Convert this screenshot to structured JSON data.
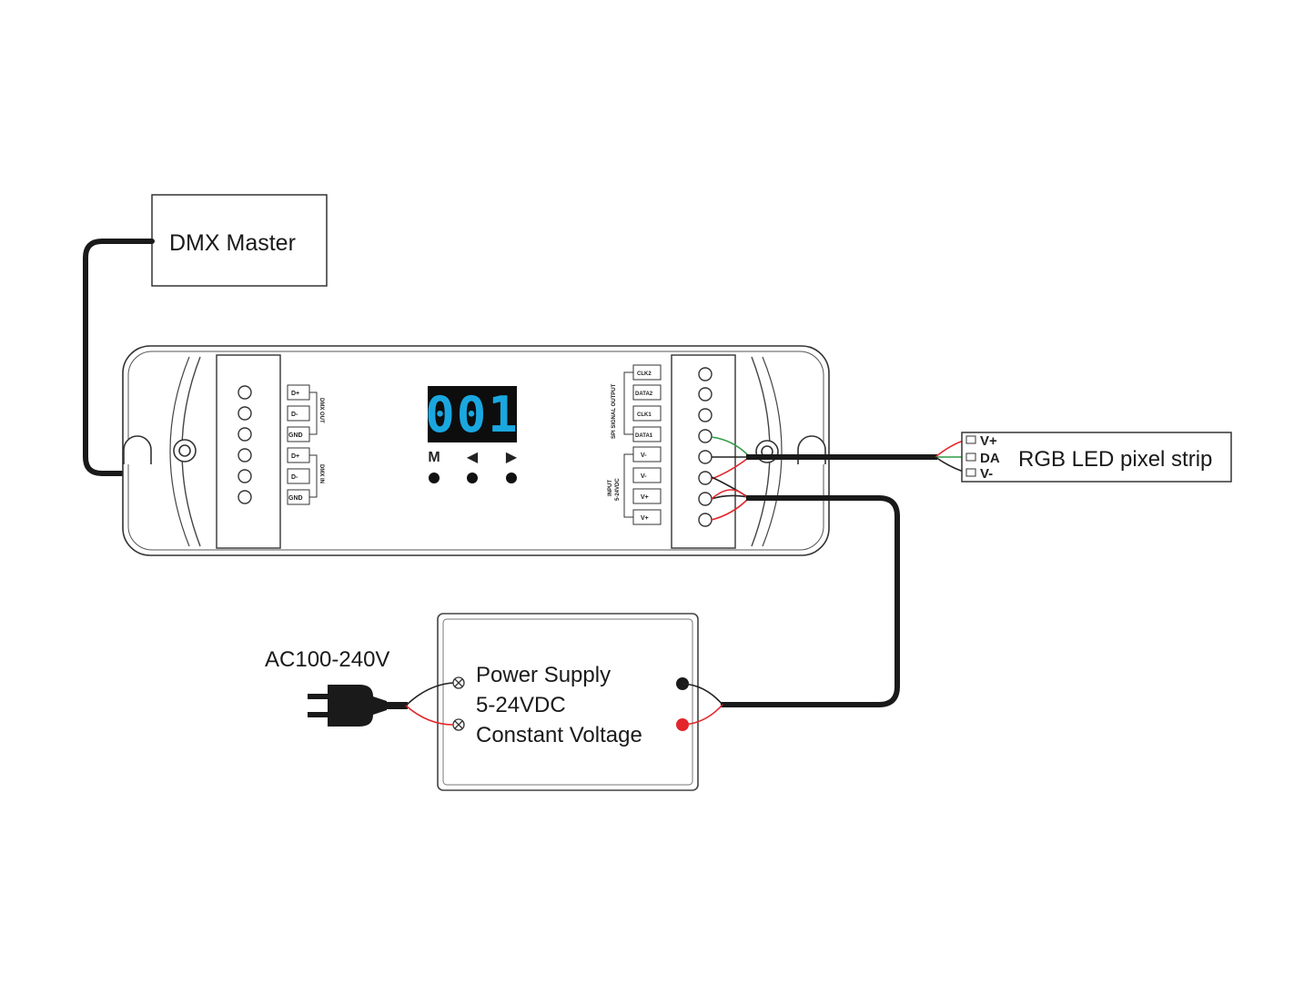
{
  "dmx_master": {
    "label": "DMX Master"
  },
  "controller": {
    "display": "001",
    "buttons": [
      "M",
      "◀",
      "▶"
    ],
    "dmx_in_terminals": [
      "D+",
      "D-",
      "GND",
      "D+",
      "D-",
      "GND"
    ],
    "dmx_out_label": "DMX OUT",
    "dmx_in_label": "DMX IN",
    "spi_terminals": [
      "CLK2",
      "DATA2",
      "CLK1",
      "DATA1"
    ],
    "spi_label": "SPI SIGNAL OUTPUT",
    "power_terminals": [
      "V-",
      "V-",
      "V+",
      "V+"
    ],
    "input_label_1": "INPUT",
    "input_label_2": "5-24VDC"
  },
  "led_strip": {
    "label": "RGB LED pixel strip",
    "pins": [
      "V+",
      "DA",
      "V-"
    ]
  },
  "power_supply": {
    "line1": "Power Supply",
    "line2": "5-24VDC",
    "line3": "Constant Voltage"
  },
  "ac_input": {
    "label": "AC100-240V"
  },
  "colors": {
    "wire_black": "#1a1a1a",
    "wire_red": "#e3262b",
    "wire_green": "#2e9a46",
    "wire_blue": "#3fa9d6",
    "led_digits": "#1aa7e0"
  }
}
